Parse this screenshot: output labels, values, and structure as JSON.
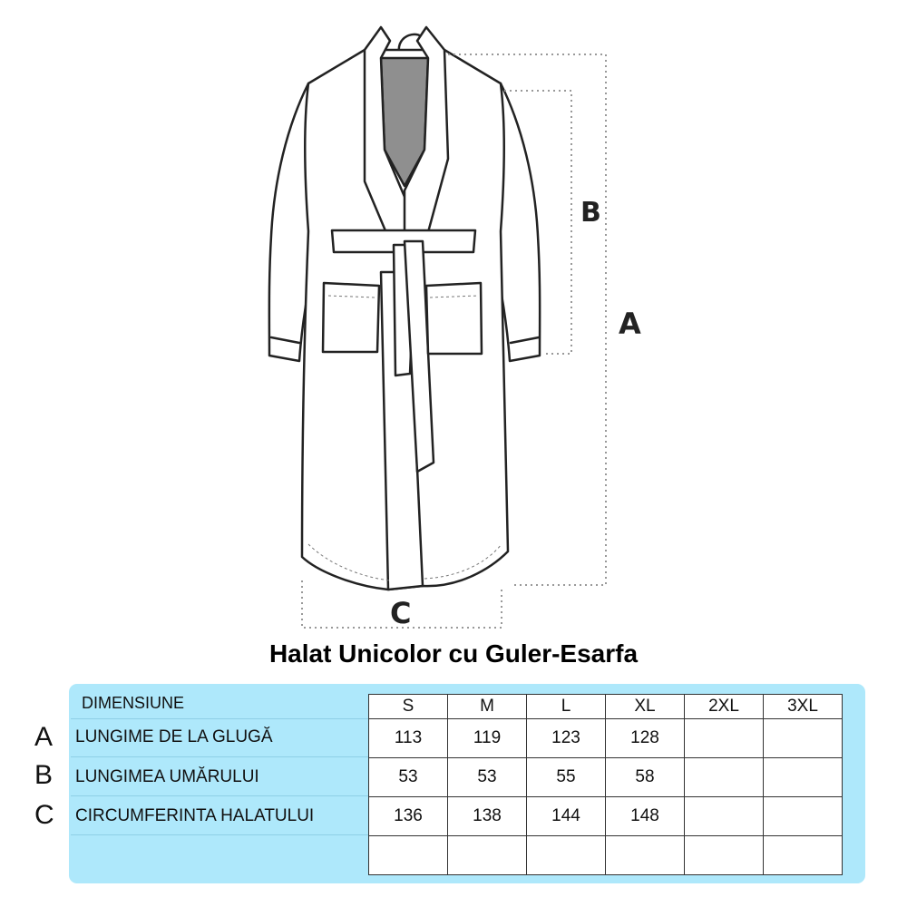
{
  "illustration": {
    "dimension_letters": {
      "a": "A",
      "b": "B",
      "c": "C"
    }
  },
  "title": "Halat Unicolor cu Guler-Esarfa",
  "table": {
    "header_label": "DIMENSIUNE",
    "sizes": [
      "S",
      "M",
      "L",
      "XL",
      "2XL",
      "3XL"
    ],
    "rows": [
      {
        "letter": "A",
        "label": "LUNGIME DE LA GLUGĂ",
        "values": [
          "113",
          "119",
          "123",
          "128",
          "",
          ""
        ]
      },
      {
        "letter": "B",
        "label": "LUNGIMEA UMĂRULUI",
        "values": [
          "53",
          "53",
          "55",
          "58",
          "",
          ""
        ]
      },
      {
        "letter": "C",
        "label": "CIRCUMFERINTA HALATULUI",
        "values": [
          "136",
          "138",
          "144",
          "148",
          "",
          ""
        ]
      },
      {
        "letter": "",
        "label": "",
        "values": [
          "",
          "",
          "",
          "",
          "",
          ""
        ]
      }
    ]
  },
  "colors": {
    "panel": "#aee8fb",
    "inner_collar": "#8f8f8f"
  }
}
